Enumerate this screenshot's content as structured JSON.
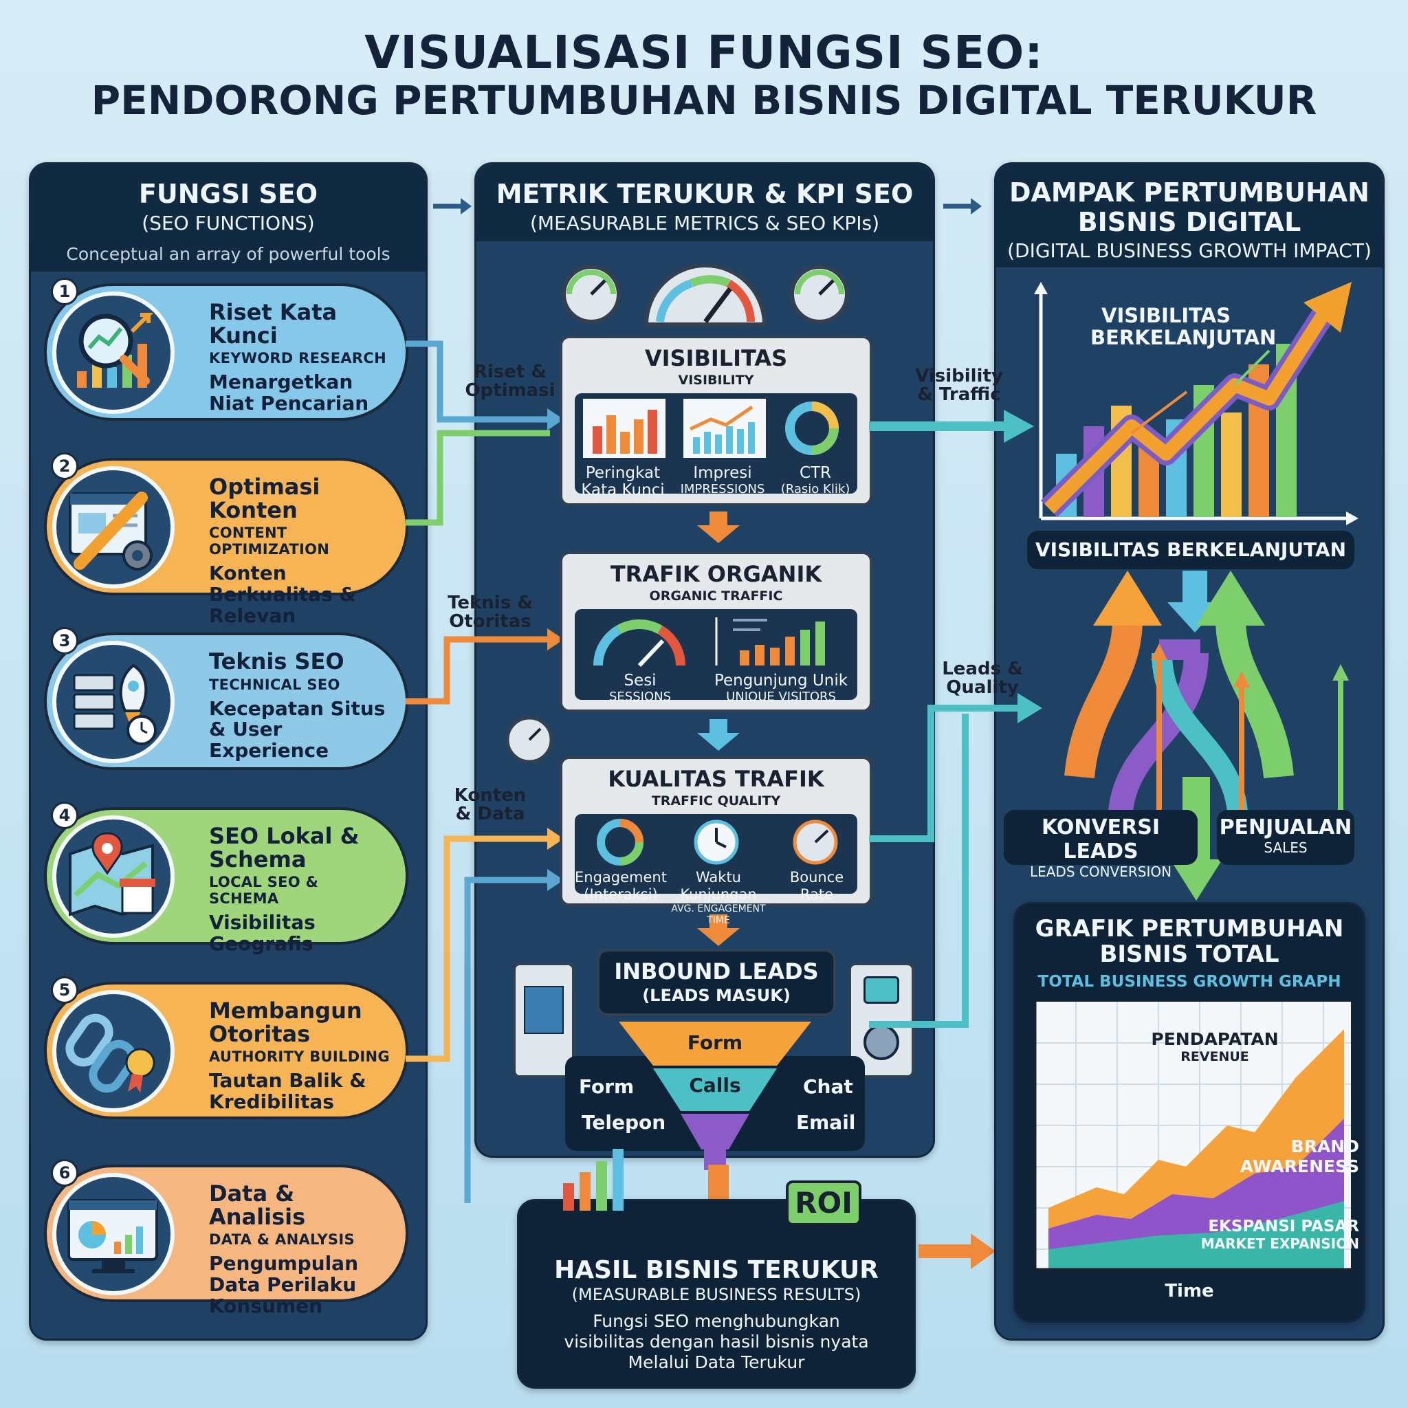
{
  "title": {
    "line1": "VISUALISASI FUNGSI SEO:",
    "line2": "PENDORONG PERTUMBUHAN BISNIS DIGITAL TERUKUR"
  },
  "left_panel": {
    "title": "FUNGSI SEO",
    "subtitle": "(SEO FUNCTIONS)",
    "tagline": "Conceptual an array of powerful tools",
    "items": [
      {
        "num": "1",
        "title": "Riset Kata Kunci",
        "en": "KEYWORD RESEARCH",
        "desc": "Menargetkan Niat Pencarian",
        "icon": "magnifier-chart-icon",
        "color": "#86c8ea"
      },
      {
        "num": "2",
        "title": "Optimasi Konten",
        "en": "CONTENT OPTIMIZATION",
        "desc": "Konten Berkualitas & Relevan",
        "icon": "pencil-gear-icon",
        "color": "#f6b454"
      },
      {
        "num": "3",
        "title": "Teknis SEO",
        "en": "TECHNICAL SEO",
        "desc": "Kecepatan Situs & User Experience",
        "icon": "server-rocket-icon",
        "color": "#8ec9e8"
      },
      {
        "num": "4",
        "title": "SEO Lokal & Schema",
        "en": "LOCAL SEO & SCHEMA",
        "desc": "Visibilitas Geografis",
        "icon": "map-pin-store-icon",
        "color": "#9fd67c"
      },
      {
        "num": "5",
        "title": "Membangun Otoritas",
        "en": "AUTHORITY BUILDING",
        "desc": "Tautan Balik & Kredibilitas",
        "icon": "chain-link-badge-icon",
        "color": "#f6b454"
      },
      {
        "num": "6",
        "title": "Data & Analisis",
        "en": "DATA & ANALYSIS",
        "desc": "Pengumpulan Data Perilaku Konsumen",
        "icon": "monitor-chart-icon",
        "color": "#f6b680"
      }
    ]
  },
  "middle_panel": {
    "title": "METRIK TERUKUR & KPI SEO",
    "subtitle": "(MEASURABLE METRICS & SEO KPIs)",
    "boxes": [
      {
        "title": "VISIBILITAS",
        "sub": "VISIBILITY",
        "metrics": [
          {
            "a": "Peringkat",
            "b": "Kata Kunci"
          },
          {
            "a": "Impresi",
            "b": "IMPRESSIONS"
          },
          {
            "a": "CTR",
            "b": "(Rasio Klik)"
          }
        ]
      },
      {
        "title": "TRAFIK ORGANIK",
        "sub": "ORGANIC TRAFFIC",
        "metrics": [
          {
            "a": "Sesi",
            "b": "SESSIONS"
          },
          {
            "a": "Pengunjung Unik",
            "b": "UNIQUE VISITORS"
          }
        ]
      },
      {
        "title": "KUALITAS TRAFIK",
        "sub": "TRAFFIC QUALITY",
        "metrics": [
          {
            "a": "Engagement",
            "b": "(Interaksi)"
          },
          {
            "a": "Waktu Kunjungan",
            "b": "AVG. ENGAGEMENT TIME"
          },
          {
            "a": "Bounce",
            "b": "Rate"
          }
        ]
      }
    ],
    "connector_labels": [
      "Riset & Optimasi",
      "Teknis & Otoritas",
      "Konten & Data"
    ],
    "leads": {
      "title": "INBOUND LEADS",
      "sub": "(LEADS MASUK)",
      "funnel_top": "Form",
      "funnel_mid": "Calls",
      "left_labels": [
        "Form",
        "Telepon"
      ],
      "right_labels": [
        "Chat",
        "Email"
      ]
    }
  },
  "result": {
    "roi": "ROI",
    "title": "HASIL BISNIS TERUKUR",
    "sub": "(MEASURABLE BUSINESS RESULTS)",
    "desc": [
      "Fungsi SEO menghubungkan",
      "visibilitas dengan hasil bisnis nyata",
      "Melalui Data Terukur"
    ]
  },
  "right_panel": {
    "title_line1": "DAMPAK PERTUMBUHAN",
    "title_line2": "BISNIS DIGITAL",
    "subtitle": "(DIGITAL BUSINESS GROWTH IMPACT)",
    "chart_label": "VISIBILITAS BERKELANJUTAN",
    "pill_label": "VISIBILITAS BERKELANJUTAN",
    "flow_labels": [
      "Visibility & Traffic",
      "Leads & Quality"
    ],
    "conversions": [
      {
        "title": "KONVERSI LEADS",
        "sub": "LEADS CONVERSION"
      },
      {
        "title": "PENJUALAN",
        "sub": "SALES"
      }
    ],
    "growth_chart": {
      "title_line1": "GRAFIK PERTUMBUHAN",
      "title_line2": "BISNIS TOTAL",
      "subtitle": "TOTAL BUSINESS GROWTH GRAPH",
      "layers": [
        {
          "name": "PENDAPATAN",
          "sub": "REVENUE",
          "color": "#f6a23b"
        },
        {
          "name": "BRAND",
          "sub": "AWARENESS",
          "color": "#8f54c9"
        },
        {
          "name": "EKSPANSI PASAR",
          "sub": "MARKET EXPANSION",
          "color": "#39b6a8"
        }
      ],
      "xlabel": "Time"
    }
  },
  "colors": {
    "panel": "#1f4163",
    "orange": "#f39a3a",
    "teal": "#4cc0c4",
    "green": "#7ccf6b",
    "purple": "#8b5cc8"
  }
}
